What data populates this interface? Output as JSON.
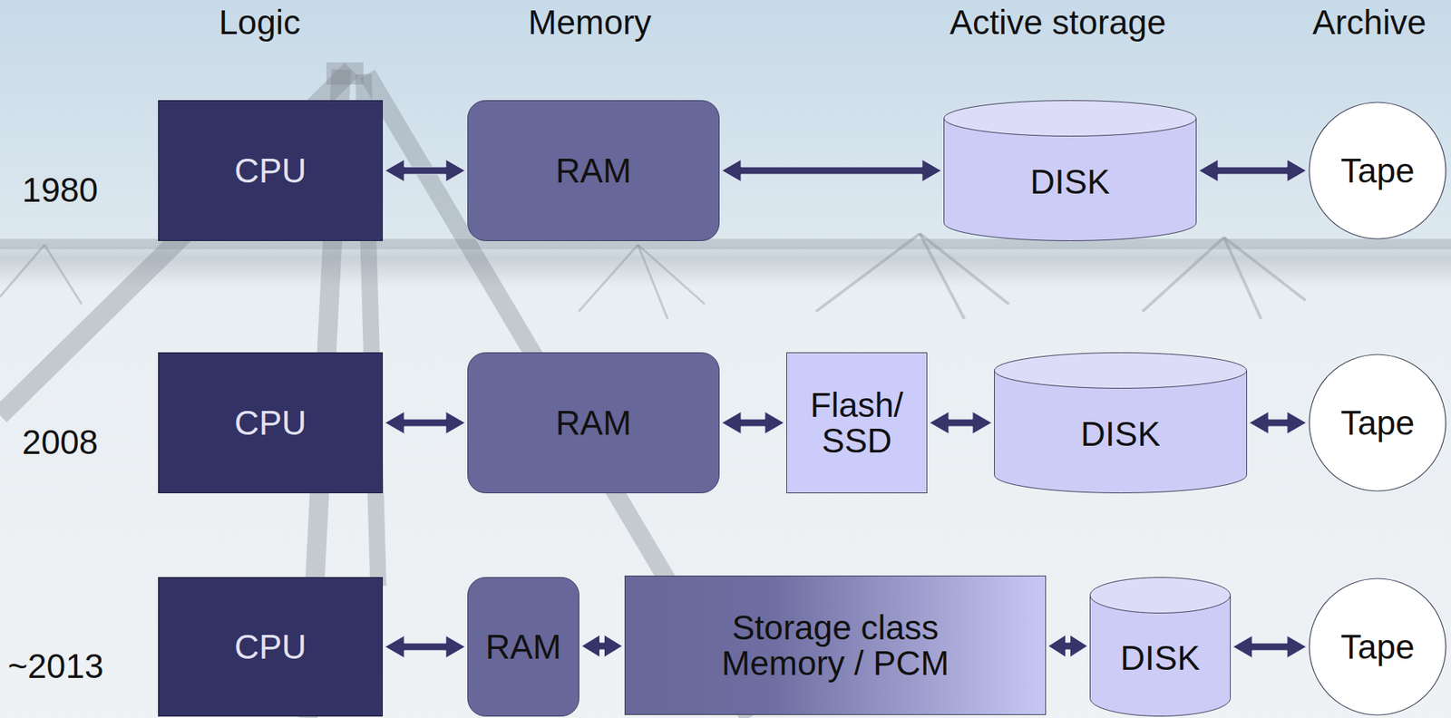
{
  "diagram": {
    "nodes": [
      {
        "text": [
          "CPU"
        ]
      },
      {
        "text": [
          "RAM"
        ]
      },
      {
        "text": [
          "DISK"
        ]
      },
      {
        "text": [
          "Tape"
        ]
      },
      {
        "text": [
          "CPU"
        ]
      },
      {
        "text": [
          "RAM"
        ]
      },
      {
        "text": [
          "Flash/ SSD"
        ]
      },
      {
        "text": [
          "DISK"
        ]
      },
      {
        "text": [
          "Tape"
        ]
      },
      {
        "text": [
          "CPU"
        ]
      },
      {
        "text": [
          "RAM"
        ]
      },
      {
        "text": [
          "Storage class Memory / PCM"
        ]
      },
      {
        "text": [
          "DISK"
        ]
      },
      {
        "text": [
          "Tape"
        ]
      }
    ],
    "edges": [
      {
        "from": 0,
        "to": 1,
        "arrow": "both"
      },
      {
        "from": 1,
        "to": 2,
        "arrow": "both"
      },
      {
        "from": 2,
        "to": 3,
        "arrow": "both"
      },
      {
        "from": 4,
        "to": 5,
        "arrow": "both"
      },
      {
        "from": 5,
        "to": 6,
        "arrow": "both"
      },
      {
        "from": 6,
        "to": 7,
        "arrow": "both"
      },
      {
        "from": 7,
        "to": 8,
        "arrow": "both"
      },
      {
        "from": 9,
        "to": 10,
        "arrow": "both"
      },
      {
        "from": 10,
        "to": 11,
        "arrow": "both"
      },
      {
        "from": 11,
        "to": 12,
        "arrow": "both"
      },
      {
        "from": 12,
        "to": 13,
        "arrow": "both"
      }
    ],
    "labels": [
      "Logic",
      "Memory",
      "Active storage",
      "Archive",
      "1980",
      "2008",
      "~2013"
    ]
  }
}
